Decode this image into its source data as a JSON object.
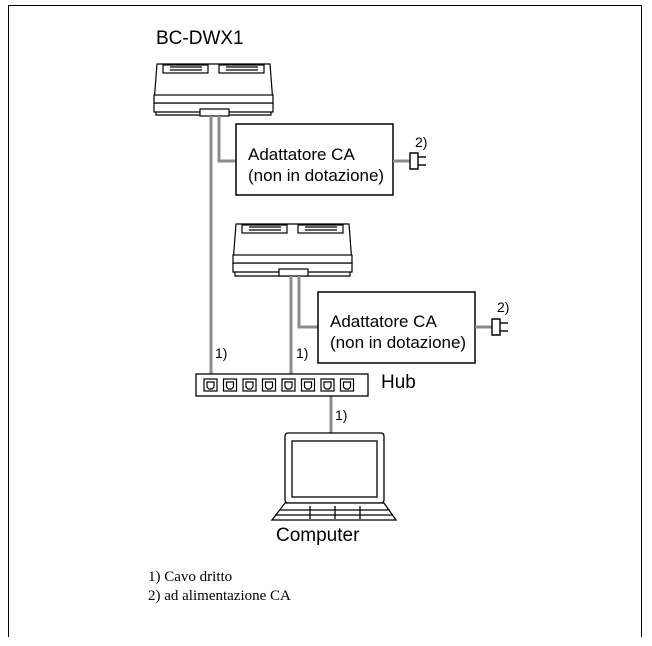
{
  "device_label": "BC-DWX1",
  "adapter_1": {
    "line1": "Adattatore CA",
    "line2": "(non in dotazione)"
  },
  "adapter_2": {
    "line1": "Adattatore CA",
    "line2": "(non in dotazione)"
  },
  "markers": {
    "cable_1a": "1)",
    "cable_1b": "1)",
    "cable_1c": "1)",
    "power_2a": "2)",
    "power_2b": "2)"
  },
  "hub_label": "Hub",
  "computer_label": "Computer",
  "notes": [
    "1) Cavo dritto",
    "2) ad alimentazione CA"
  ]
}
